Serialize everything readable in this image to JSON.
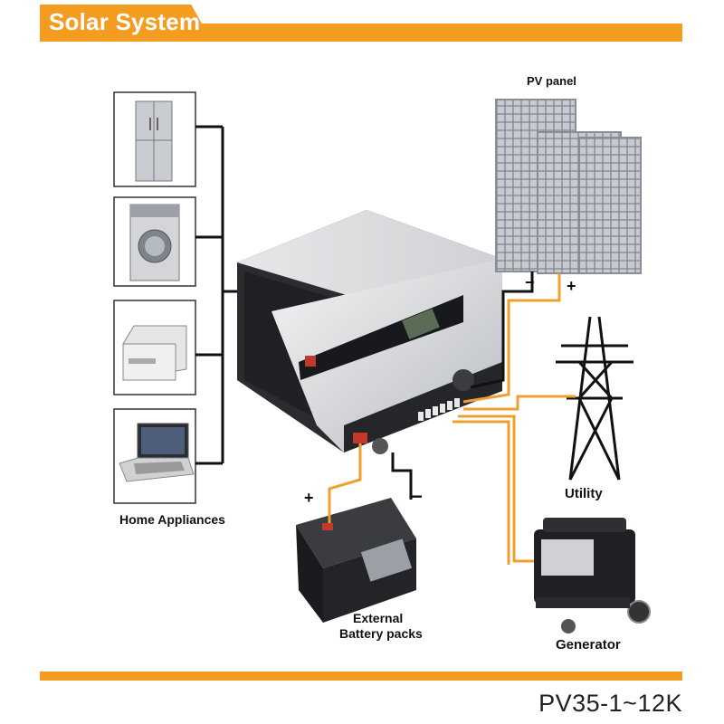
{
  "header": {
    "title": "Solar System"
  },
  "footer": {
    "model": "PV35-1~12K"
  },
  "labels": {
    "pv_panel": "PV panel",
    "utility": "Utility",
    "generator": "Generator",
    "home_appliances": "Home Appliances",
    "battery_line1": "External",
    "battery_line2": "Battery packs",
    "pv_minus": "−",
    "pv_plus": "+",
    "bat_plus": "+",
    "bat_minus": "−"
  },
  "colors": {
    "accent": "#f39c1f",
    "wire": "#111111",
    "orange_wire": "#f0a030"
  },
  "icons": [
    "refrigerator-icon",
    "washing-machine-icon",
    "printer-icon",
    "laptop-icon",
    "inverter-icon",
    "solar-panel-icon",
    "transmission-tower-icon",
    "generator-icon",
    "battery-icon"
  ]
}
